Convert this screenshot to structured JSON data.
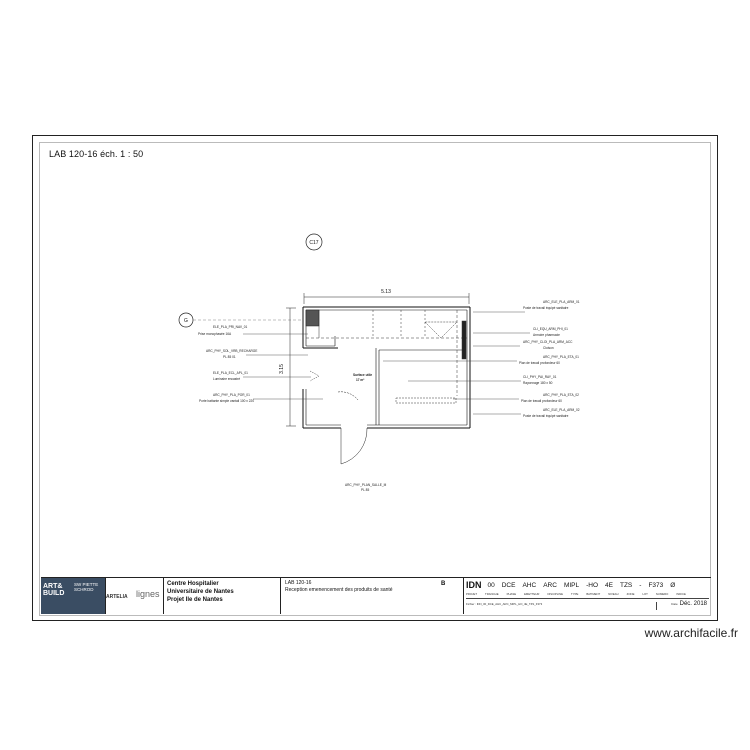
{
  "sheet": {
    "title": "LAB 120-16 éch.  1 : 50"
  },
  "plan": {
    "grid_marker_top": "C17",
    "grid_marker_left": "G",
    "dim_width": "5.13",
    "dim_height": "3.15",
    "room_label_line1": "Surface utile",
    "room_label_line2": "17 m²",
    "room_below_line1": "ARC_PHY_PLAN_SALLE_M",
    "room_below_line2": "PL 85",
    "left_notes": [
      {
        "code": "ELE_PLA_PRI_NAV_01",
        "text": "Prise monophasée 16A"
      },
      {
        "code": "ARC_PHY_SOL_VRB_RECHARGE",
        "text": "PL 85 01"
      },
      {
        "code": "ELE_PLA_ECL_APL_01",
        "text": "Luminaire encastré"
      },
      {
        "code": "ARC_PHY_PLA_POR_01",
        "text": "Porte battante simple vantail 100 x 220"
      }
    ],
    "right_notes": [
      {
        "code": "ARC_ELE_PLA_ARM_01",
        "text": "Poste de travail équipé sanitaire"
      },
      {
        "code": "CLI_EQU_ARM_PHI_01",
        "text": "Armoire pharmacie"
      },
      {
        "code": "ARC_PHY_CLOI_PLA_ARM_ACC",
        "text": "Cloison"
      },
      {
        "code": "ARC_PHY_PLA_ETA_01",
        "text": "Plan de travail profondeur 60"
      },
      {
        "code": "CLI_PHY_PAI_RAY_01",
        "text": "Rayonnage 180 x 50"
      },
      {
        "code": "ARC_PHY_PLA_ETA_02",
        "text": "Plan de travail profondeur 60"
      },
      {
        "code": "ARC_ELE_PLA_ARM_02",
        "text": "Poste de travail équipé sanitaire"
      }
    ]
  },
  "title_block": {
    "logo_art": "ART& BUILD",
    "logo_swr": "SW PIETTE SCHROD",
    "logo_artelia": "ARTELIA",
    "logo_ligne": "lignes",
    "client_line1": "Centre Hospitalier",
    "client_line2": "Universitaire de Nantes",
    "client_line3": "Projet Ile de Nantes",
    "drawing_code": "LAB 120-16",
    "drawing_title": "Reception emenencement des produits de santé",
    "index": "B",
    "codes": {
      "idn": "IDN",
      "c1": "00",
      "c2": "DCE",
      "c3": "AHC",
      "c4": "ARC",
      "c5": "MIPL",
      "c6": "-HO",
      "c7": "4E",
      "c8": "TZS",
      "c9": "-",
      "c10": "F373",
      "c11": "Ø"
    },
    "code_labels": [
      "PROJET",
      "TRANCHE",
      "PHASE",
      "EMETTEUR",
      "DISCIPLINE",
      "TYPE",
      "BATIMENT",
      "NIVEAU",
      "ZONE",
      "LOT",
      "NUMERO",
      "INDICE"
    ],
    "file_name": "Fichier : IDN_00_DCE_AHC_ARC_MIPL_HO_4E_TZS_F373",
    "date_label": "Date",
    "date_value": "Déc. 2018"
  },
  "watermark": "www.archifacile.fr"
}
